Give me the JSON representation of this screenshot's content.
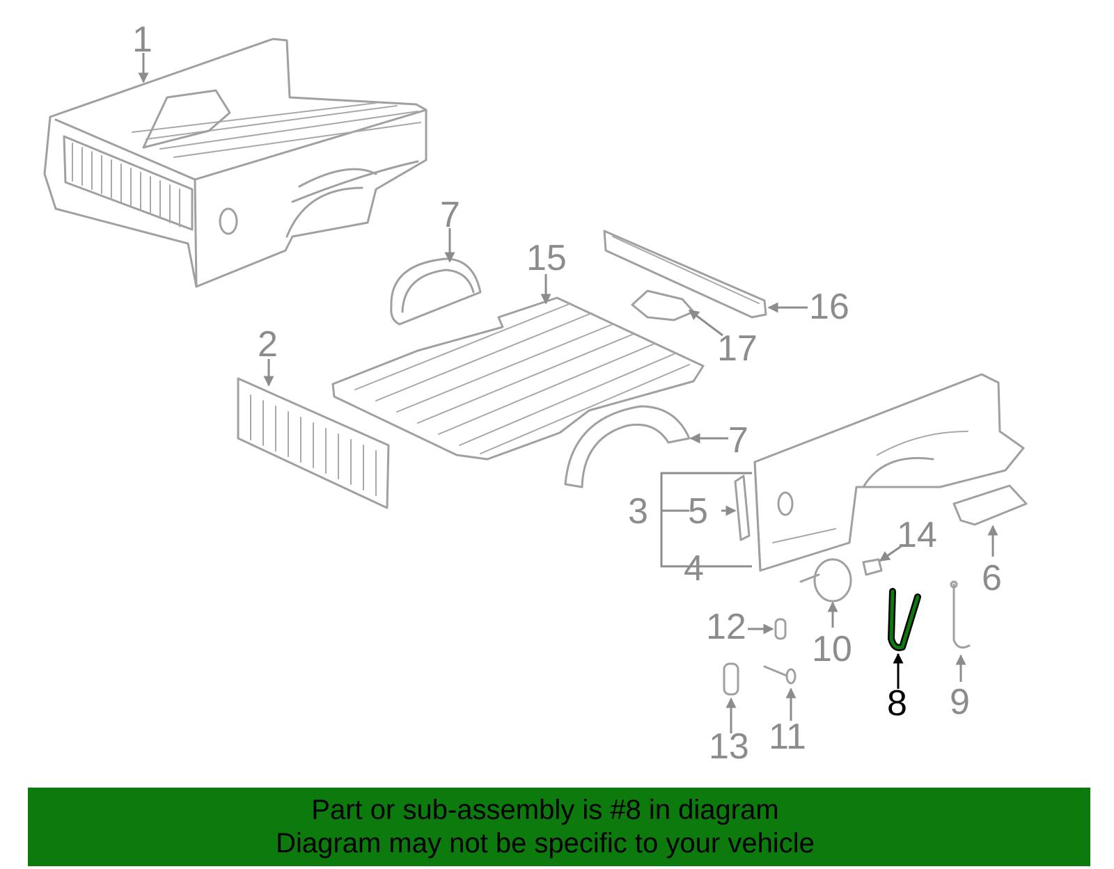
{
  "callouts": {
    "c1": "1",
    "c2": "2",
    "c3": "3",
    "c4": "4",
    "c5": "5",
    "c6": "6",
    "c7a": "7",
    "c7b": "7",
    "c8": "8",
    "c9": "9",
    "c10": "10",
    "c11": "11",
    "c12": "12",
    "c13": "13",
    "c14": "14",
    "c15": "15",
    "c16": "16",
    "c17": "17"
  },
  "highlight": {
    "part_number": "8",
    "color": "#0c7a0c"
  },
  "banner": {
    "line1": "Part or sub-assembly is #8 in diagram",
    "line2": "Diagram may not be specific to your vehicle"
  }
}
